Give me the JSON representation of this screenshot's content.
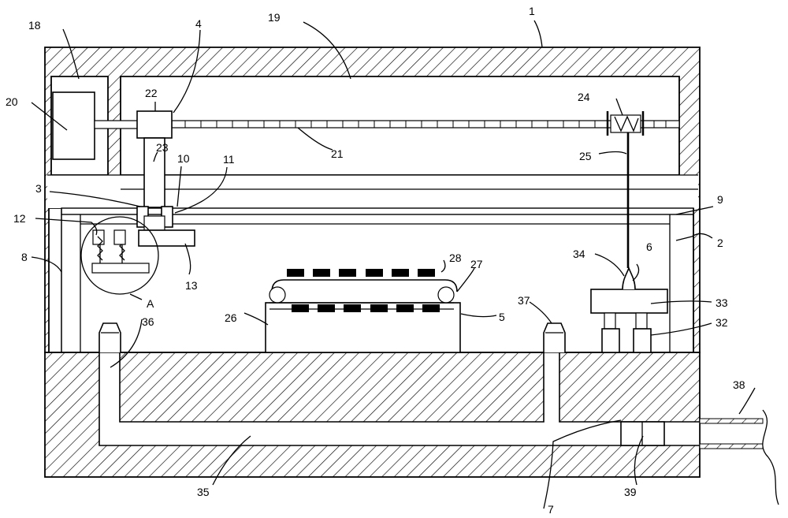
{
  "labels": {
    "l1": "1",
    "l2": "2",
    "l3": "3",
    "l4": "4",
    "l5": "5",
    "l6": "6",
    "l7": "7",
    "l8": "8",
    "l9": "9",
    "l10": "10",
    "l11": "11",
    "l12": "12",
    "l13": "13",
    "l18": "18",
    "l19": "19",
    "l20": "20",
    "l21": "21",
    "l22": "22",
    "l23": "23",
    "l24": "24",
    "l25": "25",
    "l26": "26",
    "l27": "27",
    "l28": "28",
    "l32": "32",
    "l33": "33",
    "l34": "34",
    "l35": "35",
    "l36": "36",
    "l37": "37",
    "l38": "38",
    "l39": "39",
    "lA": "A"
  }
}
